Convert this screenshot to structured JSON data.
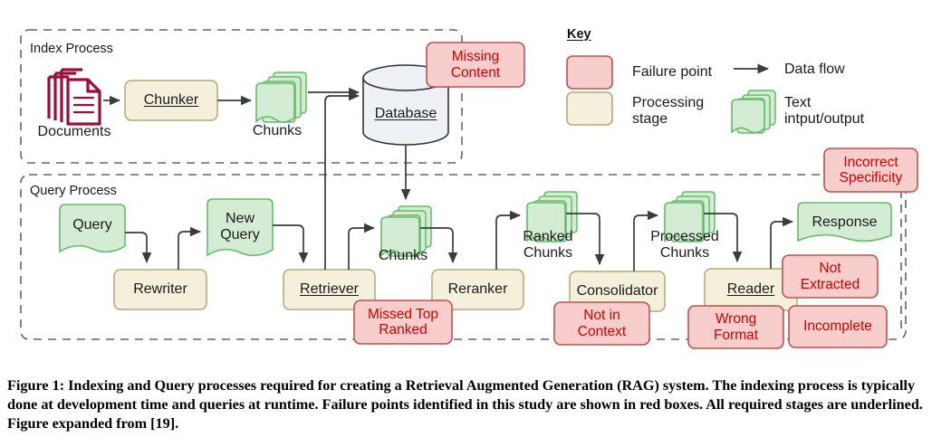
{
  "figure": {
    "caption": "Figure 1: Indexing and Query processes required for creating a Retrieval Augmented Generation (RAG) system. The indexing process is typically done at development time and queries at runtime. Failure points identified in this study are shown in red boxes. All required stages are underlined. Figure expanded from [19]."
  },
  "colors": {
    "failure_fill": "#f8cecc",
    "failure_stroke": "#b85450",
    "failure_text": "#cc0000",
    "processing_fill": "#f5f0dc",
    "processing_stroke": "#b3a87a",
    "text_fill": "#d5ecd4",
    "text_stroke": "#66bb6a",
    "database_fill": "#eef1f5",
    "database_stroke": "#333333",
    "documents_icon": "#9c0d38",
    "arrow": "#3b3b3b",
    "group_border": "#666666",
    "label_text": "#1a1a1a"
  },
  "groups": [
    {
      "name": "index-process",
      "title": "Index Process"
    },
    {
      "name": "query-process",
      "title": "Query Process"
    }
  ],
  "key": {
    "title": "Key",
    "entries": [
      {
        "name": "failure-point",
        "swatch": "failure-box",
        "label": "Failure point"
      },
      {
        "name": "processing-stage",
        "swatch": "processing-box",
        "label": "Processing\nstage"
      },
      {
        "name": "data-flow",
        "swatch": "arrow",
        "label": "Data flow"
      },
      {
        "name": "text-io",
        "swatch": "chunks-stack",
        "label": "Text\nintput/output"
      }
    ]
  },
  "index_process": {
    "documents": {
      "label": "Documents",
      "icon": "documents-icon"
    },
    "chunker": {
      "label": "Chunker",
      "type": "processing",
      "required": true
    },
    "chunks": {
      "label": "Chunks",
      "type": "text-stack"
    },
    "database": {
      "label": "Database",
      "type": "datastore",
      "required": true
    },
    "failures": [
      {
        "label": "Missing\nContent",
        "name": "missing-content"
      }
    ]
  },
  "query_process": {
    "nodes": [
      {
        "name": "query",
        "label": "Query",
        "type": "text-doc"
      },
      {
        "name": "rewriter",
        "label": "Rewriter",
        "type": "processing",
        "required": false
      },
      {
        "name": "new-query",
        "label": "New\nQuery",
        "type": "text-doc"
      },
      {
        "name": "retriever",
        "label": "Retriever",
        "type": "processing",
        "required": true
      },
      {
        "name": "chunks",
        "label": "Chunks",
        "type": "text-stack"
      },
      {
        "name": "reranker",
        "label": "Reranker",
        "type": "processing",
        "required": false
      },
      {
        "name": "ranked-chunks",
        "label": "Ranked\nChunks",
        "type": "text-stack"
      },
      {
        "name": "consolidator",
        "label": "Consolidator",
        "type": "processing",
        "required": false
      },
      {
        "name": "processed-chunks",
        "label": "Processed\nChunks",
        "type": "text-stack"
      },
      {
        "name": "reader",
        "label": "Reader",
        "type": "processing",
        "required": true
      },
      {
        "name": "response",
        "label": "Response",
        "type": "text-doc"
      }
    ],
    "failures": [
      {
        "name": "missed-top-ranked",
        "label": "Missed Top\nRanked"
      },
      {
        "name": "not-in-context",
        "label": "Not in\nContext"
      },
      {
        "name": "wrong-format",
        "label": "Wrong\nFormat"
      },
      {
        "name": "not-extracted",
        "label": "Not\nExtracted"
      },
      {
        "name": "incomplete",
        "label": "Incomplete"
      },
      {
        "name": "incorrect-specificity",
        "label": "Incorrect\nSpecificity"
      }
    ]
  }
}
